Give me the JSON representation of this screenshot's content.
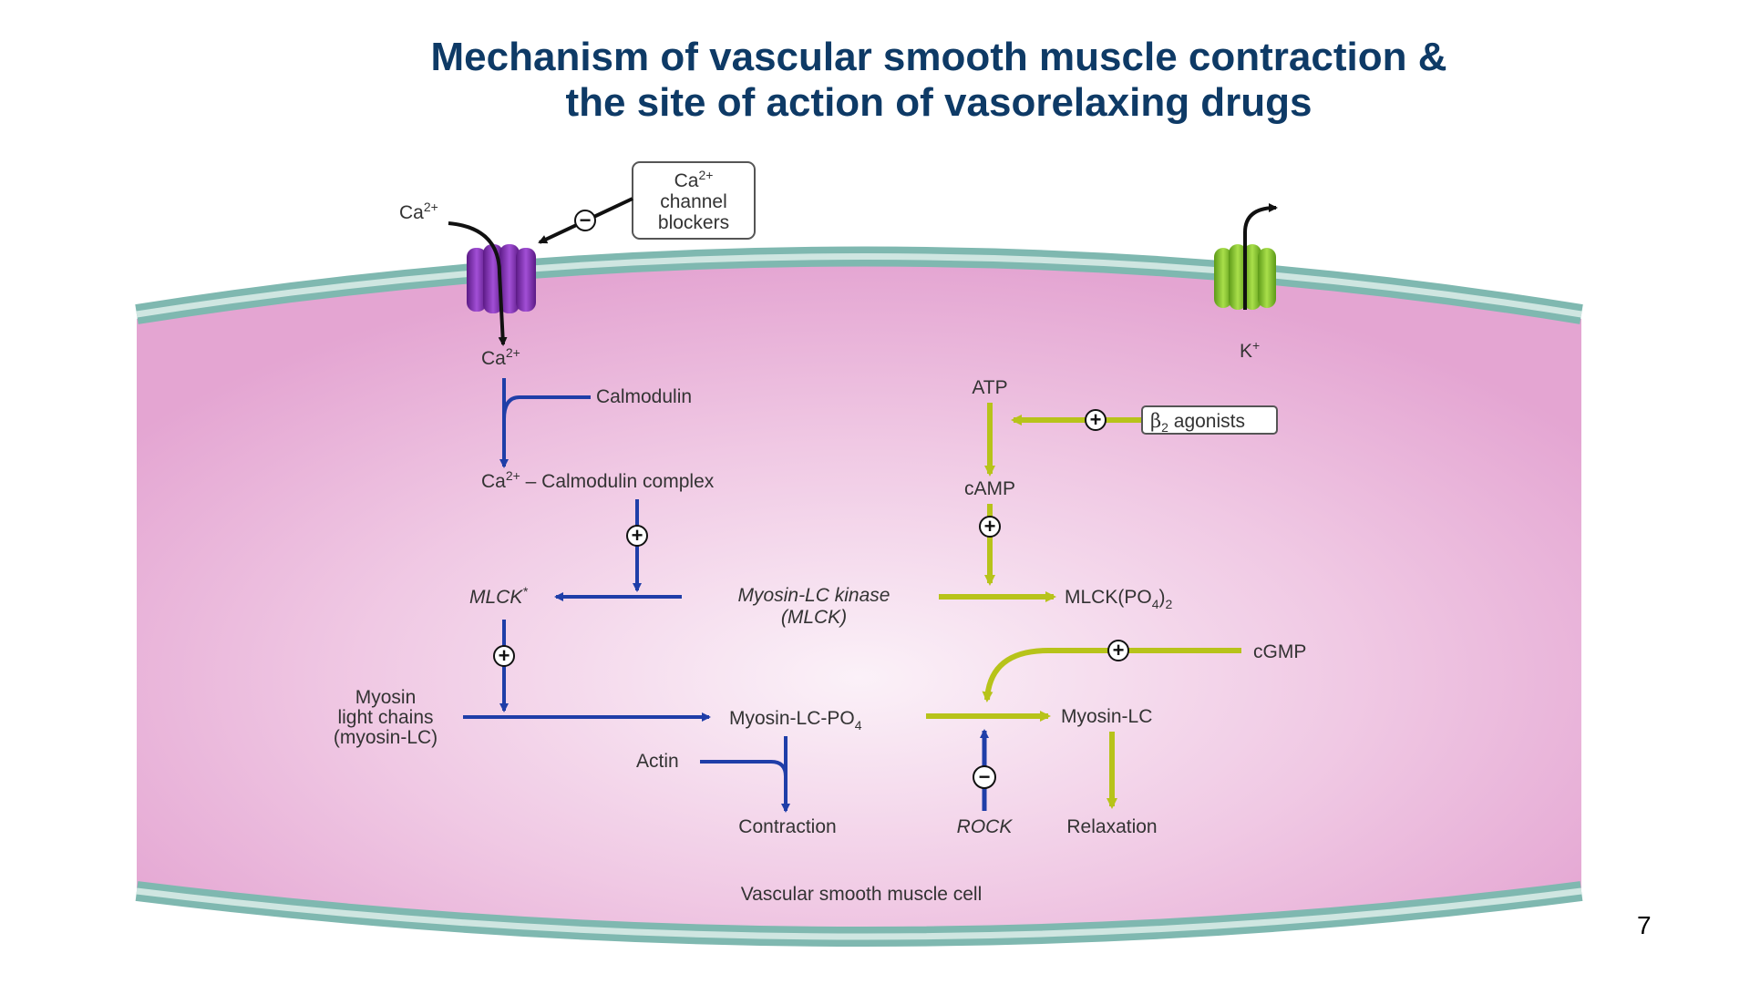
{
  "slide": {
    "title_line1": "Mechanism of vascular smooth muscle contraction &",
    "title_line2": "the site of action of vasorelaxing drugs",
    "page_number": "7"
  },
  "diagram": {
    "extracellular": {
      "ca_label": "Ca",
      "ca_sup": "2+",
      "blocker_line1": "Ca",
      "blocker_line1_sup": "2+",
      "blocker_line2": "channel",
      "blocker_line3": "blockers",
      "k_label": "K",
      "k_sup": "+"
    },
    "contraction_pathway": {
      "ca_in": "Ca",
      "ca_in_sup": "2+",
      "calmodulin": "Calmodulin",
      "complex_prefix": "Ca",
      "complex_sup": "2+",
      "complex_suffix": " – Calmodulin complex",
      "mlck_active": "MLCK",
      "mlck_active_sup": "*",
      "myosin_lc_kinase_line1": "Myosin-LC kinase",
      "myosin_lc_kinase_line2": "(MLCK)",
      "myosin_line1": "Myosin",
      "myosin_line2": "light chains",
      "myosin_line3": "(myosin-LC)",
      "myosin_lc_po4": "Myosin-LC-PO",
      "myosin_lc_po4_sub": "4",
      "actin": "Actin",
      "contraction": "Contraction"
    },
    "relaxation_pathway": {
      "atp": "ATP",
      "beta2_symbol": "β",
      "beta2_sub": "2",
      "beta2_suffix": " agonists",
      "camp": "cAMP",
      "mlck_po4_prefix": "MLCK(PO",
      "mlck_po4_sub1": "4",
      "mlck_po4_close": ")",
      "mlck_po4_sub2": "2",
      "cgmp": "cGMP",
      "myosin_lc": "Myosin-LC",
      "rock": "ROCK",
      "relaxation": "Relaxation"
    },
    "signs": {
      "plus": "+",
      "minus": "−"
    },
    "cell_label": "Vascular smooth muscle cell",
    "colors": {
      "title": "#0e3a66",
      "contraction_arrows": "#1f3ea8",
      "relaxation_arrows": "#b7c31a",
      "cell_fill": "#e4a5d2",
      "membrane": "#7fb8b0",
      "ca_channel": "#7a2fa8",
      "k_channel": "#7fbf2a"
    }
  }
}
